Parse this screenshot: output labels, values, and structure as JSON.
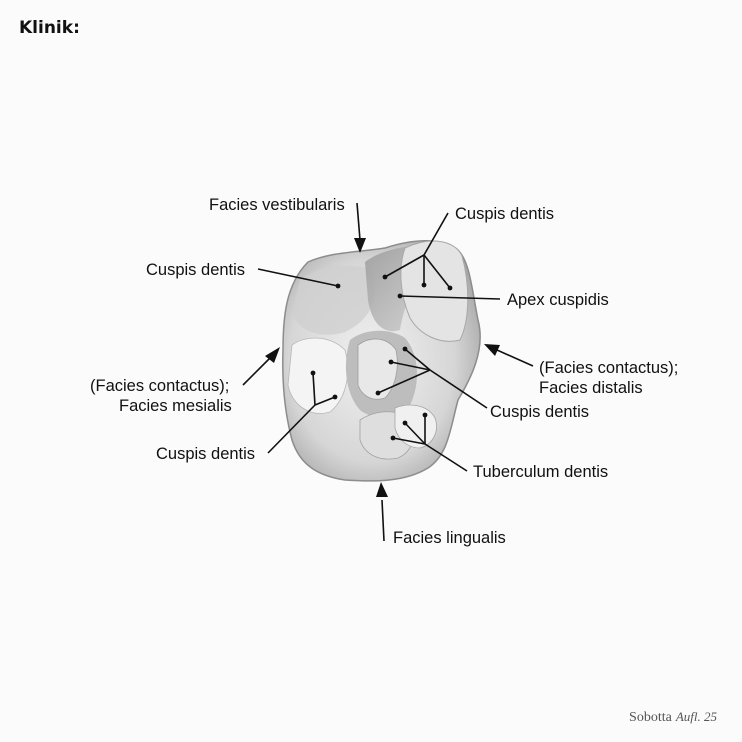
{
  "heading": "Klinik:",
  "labels": {
    "facies_vestibularis": "Facies vestibularis",
    "cuspis_top_right": "Cuspis dentis",
    "cuspis_left": "Cuspis dentis",
    "apex_cuspidis": "Apex cuspidis",
    "facies_distalis_1": "(Facies contactus);",
    "facies_distalis_2": "Facies distalis",
    "facies_mesialis_1": "(Facies contactus);",
    "facies_mesialis_2": "Facies mesialis",
    "cuspis_right_center": "Cuspis dentis",
    "cuspis_bottom_left": "Cuspis dentis",
    "tuberculum": "Tuberculum dentis",
    "facies_lingualis": "Facies lingualis"
  },
  "footer": {
    "publisher": "Sobotta",
    "edition": "Aufl. 25"
  }
}
